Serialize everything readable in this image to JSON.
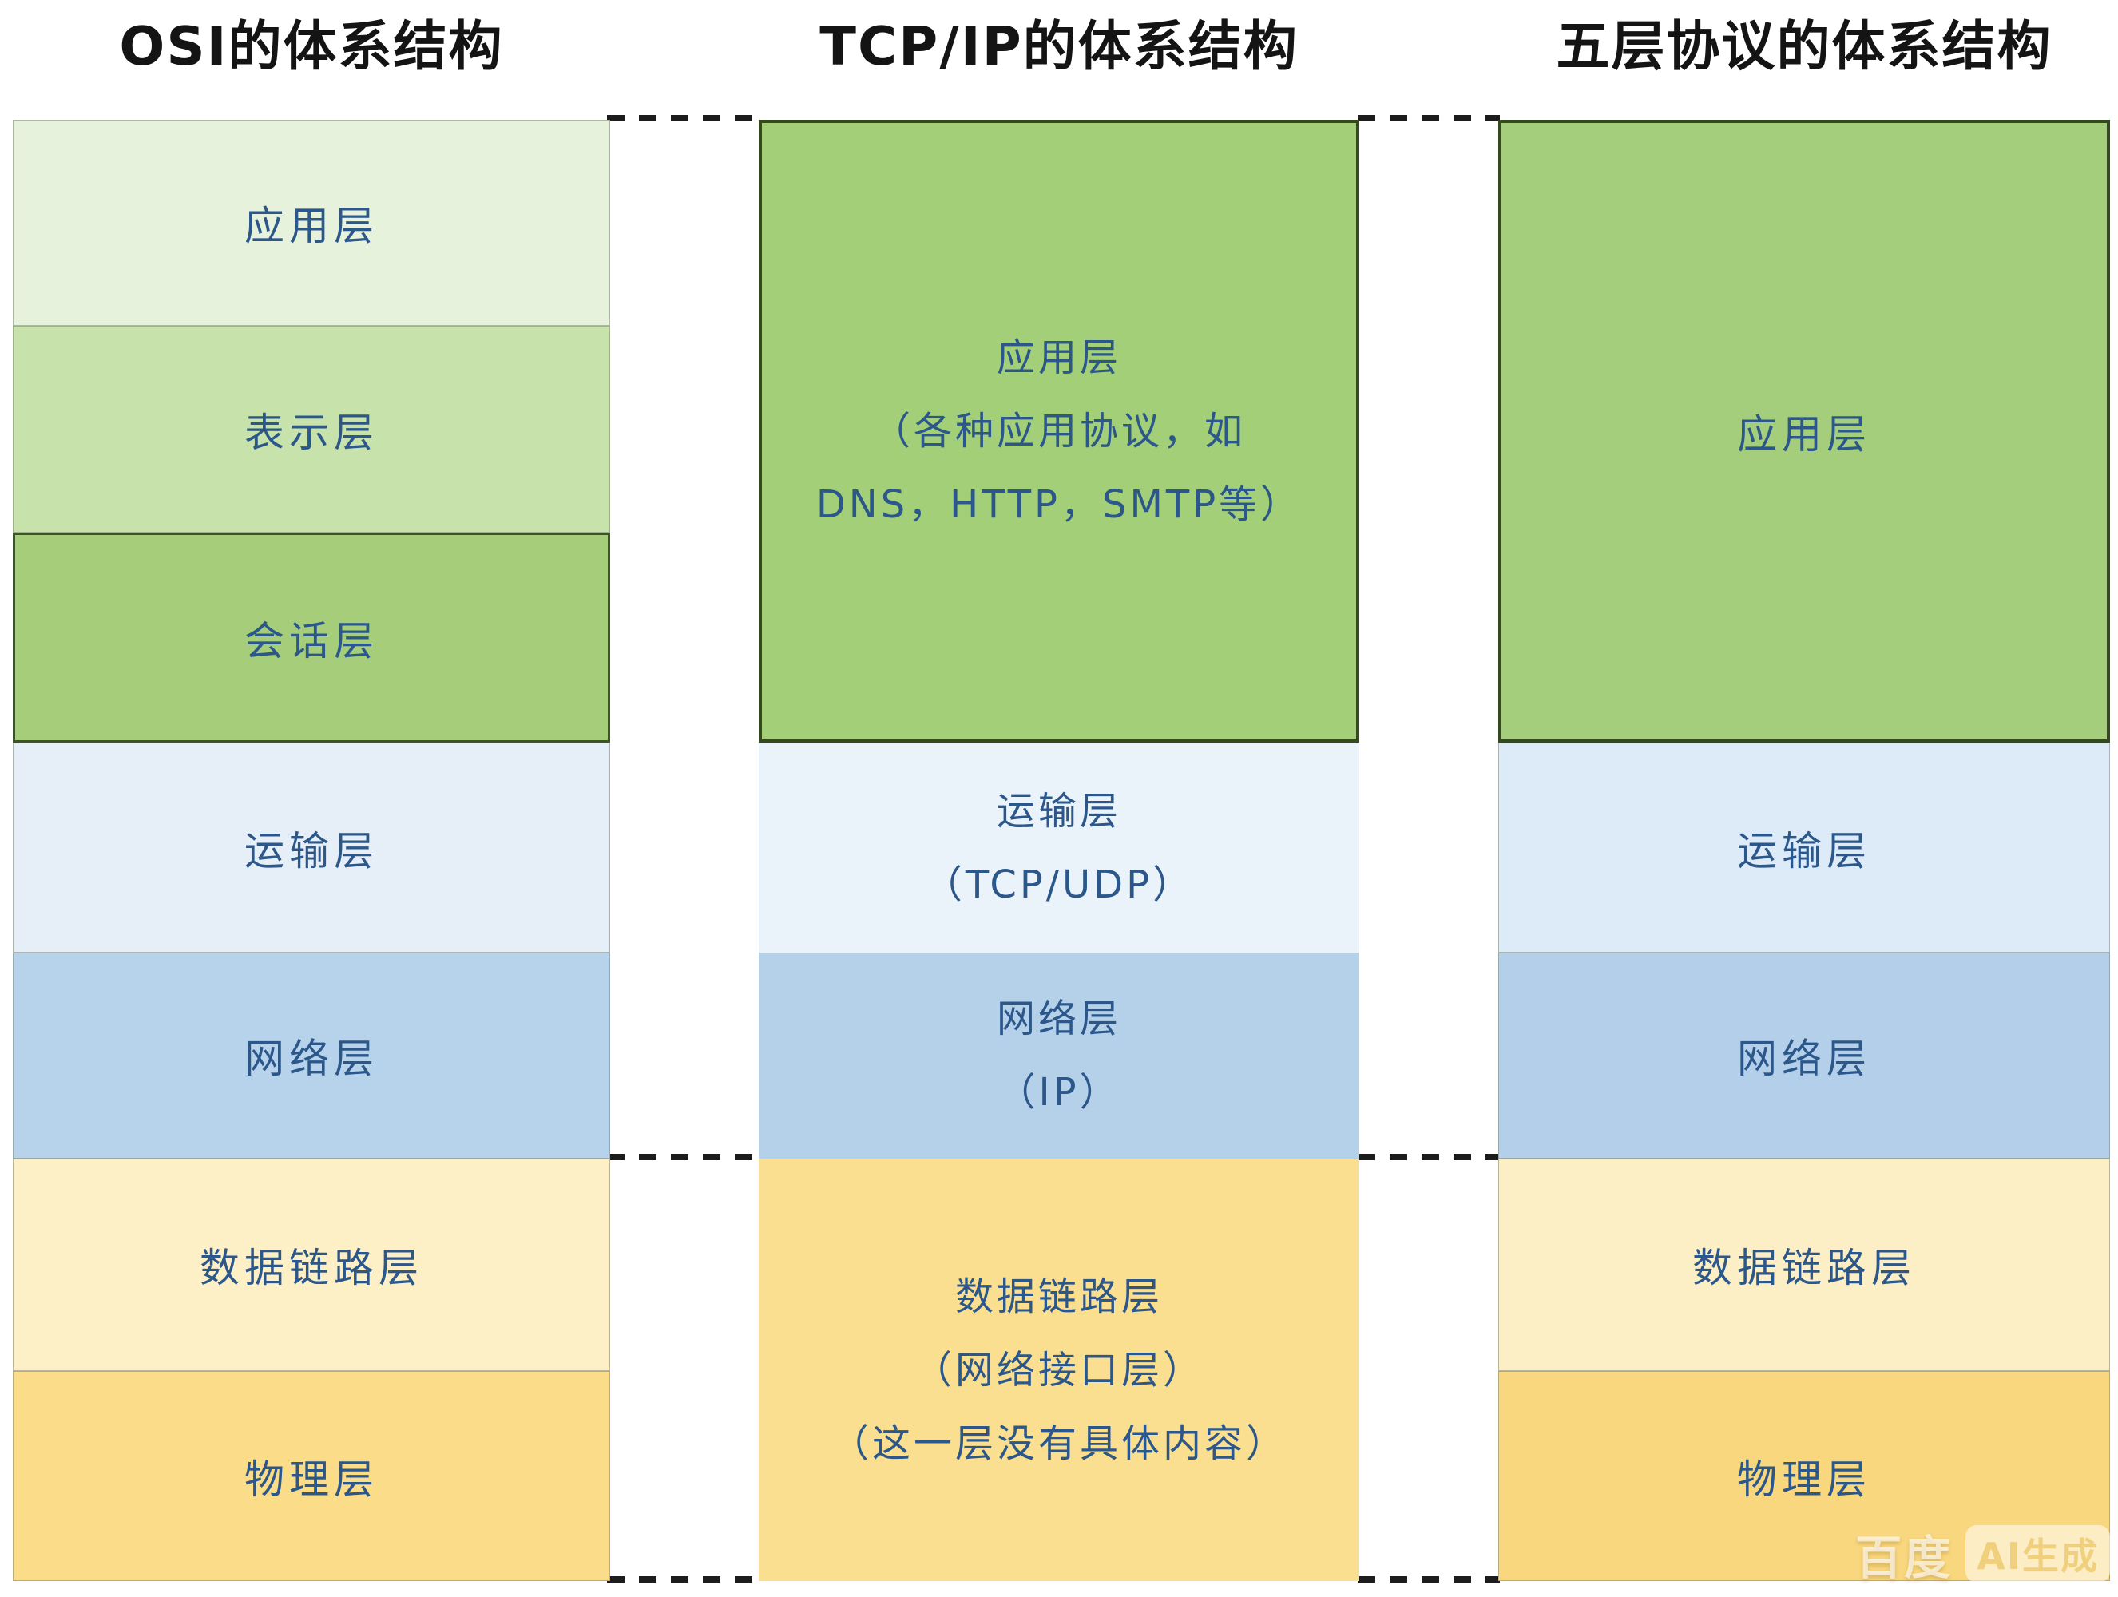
{
  "columns": {
    "osi": {
      "title": "OSI的体系结构",
      "layers": [
        {
          "label": "应用层"
        },
        {
          "label": "表示层"
        },
        {
          "label": "会话层"
        },
        {
          "label": "运输层"
        },
        {
          "label": "网络层"
        },
        {
          "label": "数据链路层"
        },
        {
          "label": "物理层"
        }
      ]
    },
    "tcpip": {
      "title": "TCP/IP的体系结构",
      "layers": [
        {
          "lines": [
            "应用层",
            "（各种应用协议，如",
            "DNS，HTTP，SMTP等）"
          ]
        },
        {
          "lines": [
            "运输层",
            "（TCP/UDP）"
          ]
        },
        {
          "lines": [
            "网络层",
            "（IP）"
          ]
        },
        {
          "lines": [
            "数据链路层",
            "（网络接口层）",
            "（这一层没有具体内容）"
          ]
        }
      ]
    },
    "five": {
      "title": "五层协议的体系结构",
      "layers": [
        {
          "label": "应用层"
        },
        {
          "label": "运输层"
        },
        {
          "label": "网络层"
        },
        {
          "label": "数据链路层"
        },
        {
          "label": "物理层"
        }
      ]
    }
  },
  "watermark": {
    "brand": "百度",
    "badge": "AI生成"
  },
  "colors": {
    "page_bg": "#ffffff",
    "title_text": "#141414",
    "label_text": "#2b578a",
    "osi_application": "#e7f2dd",
    "osi_presentation": "#c7e2ab",
    "osi_session": "#a5cd7a",
    "tcpip_application_green": "#a3cf78",
    "five_application_green": "#a4cd7c",
    "transport_blue_osi": "#e6eef7",
    "transport_blue_tcpip": "#eaf2fa",
    "transport_blue_five": "#dcebf7",
    "network_blue_osi": "#b7d2eb",
    "network_blue_tcpip": "#b5d1ea",
    "network_blue_five": "#b3cfe9",
    "datalink_yellow_osi": "#fdefc6",
    "datalink_yellow_five": "#fceec5",
    "physical_yellow_osi": "#fbdc88",
    "physical_yellow_five": "#f9d77e",
    "tcpip_bottom_yellow": "#fbdf90",
    "dash_color": "#1c1c1c",
    "dark_border": "#35491f"
  }
}
